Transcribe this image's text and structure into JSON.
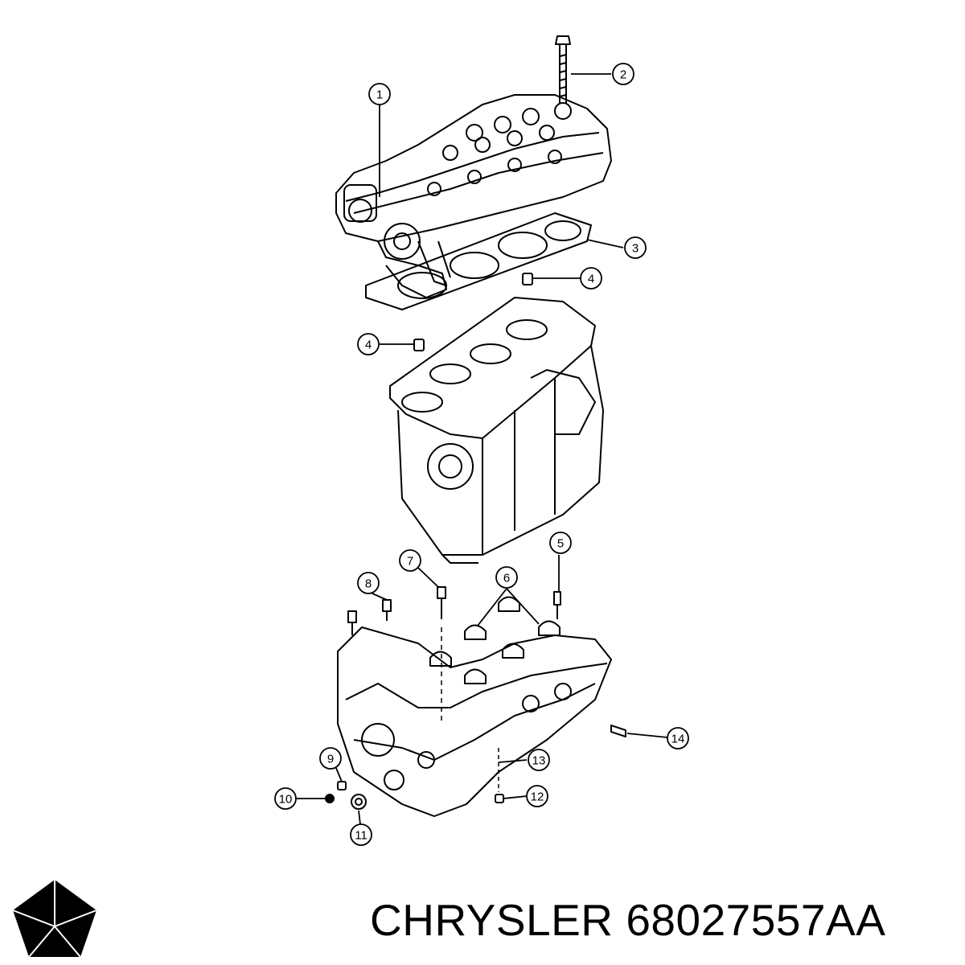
{
  "caption": {
    "brand": "CHRYSLER",
    "part_number": "68027557AA"
  },
  "callouts": [
    "1",
    "2",
    "3",
    "4",
    "4",
    "5",
    "6",
    "7",
    "8",
    "9",
    "10",
    "11",
    "12",
    "13",
    "14"
  ],
  "logo": {
    "icon": "chrysler-pentastar-icon",
    "color": "#000000"
  },
  "colors": {
    "line": "#000000",
    "background": "#ffffff"
  }
}
